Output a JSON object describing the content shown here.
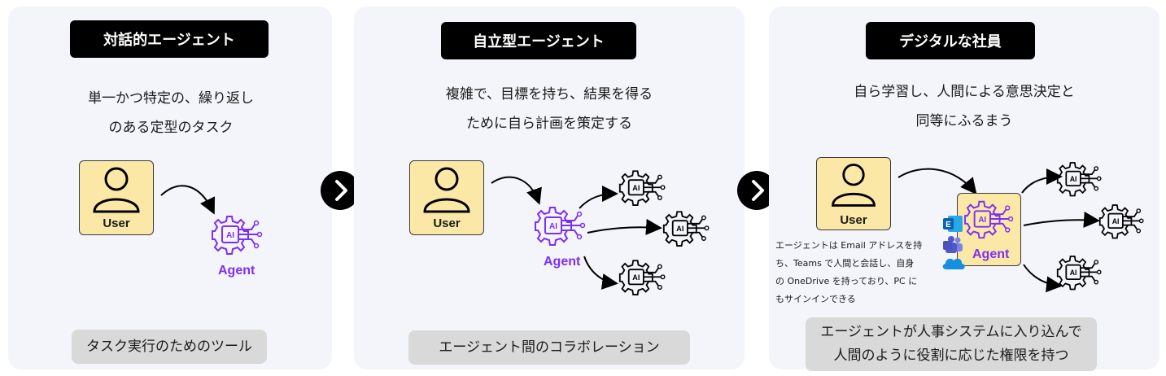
{
  "panels": [
    {
      "title": "対話的エージェント",
      "desc_line1": "単一かつ特定の、繰り返し",
      "desc_line2": "のある定型のタスク",
      "user_label": "User",
      "agent_label": "Agent",
      "bottom": "タスク実行のためのツール"
    },
    {
      "title": "自立型エージェント",
      "desc_line1": "複雑で、目標を持ち、結果を得る",
      "desc_line2": "ために自ら計画を策定する",
      "user_label": "User",
      "agent_label": "Agent",
      "bottom": "エージェント間のコラボレーション"
    },
    {
      "title": "デジタルな社員",
      "desc_line1": "自ら学習し、人間による意思決定と",
      "desc_line2": "同等にふるまう",
      "user_label": "User",
      "agent_label": "Agent",
      "note_line1": "エージェントは Email アドレスを持",
      "note_line2": "ち、Teams で人間と会話し、自身",
      "note_line3": "の OneDrive を持っており、PC に",
      "note_line4": "もサインインできる",
      "bottom_line1": "エージェントが人事システムに入り込んで",
      "bottom_line2": "人間のように役割に応じた権限を持つ"
    }
  ],
  "icons": {
    "chip": "AI",
    "exchange": "E"
  },
  "colors": {
    "panel_bg": "#f4f4fb",
    "title_bg": "#000000",
    "user_bg": "#fbe8a6",
    "agent_purple": "#7b2ff7",
    "bottom_bg": "#d9d9d9"
  }
}
